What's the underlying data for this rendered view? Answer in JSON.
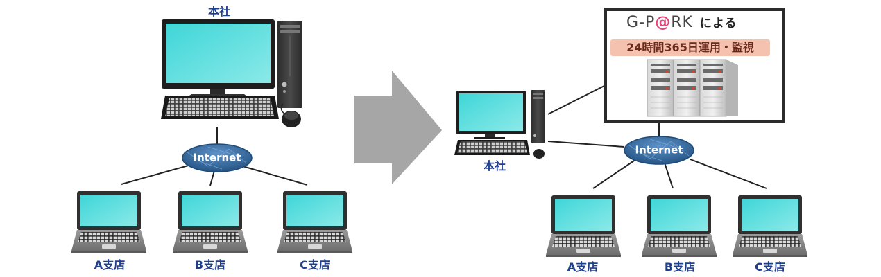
{
  "left": {
    "hq_label": "本社",
    "internet_label": "Internet",
    "branches": [
      "A支店",
      "B支店",
      "C支店"
    ]
  },
  "right": {
    "hq_label": "本社",
    "internet_label": "Internet",
    "branches": [
      "A支店",
      "B支店",
      "C支店"
    ],
    "provider": {
      "brand_prefix": "G-P",
      "brand_at": "@",
      "brand_suffix": "RK",
      "brand_tail": "による",
      "service": "24時間365日運用・監視"
    }
  },
  "colors": {
    "label_blue": "#1f3f8f",
    "screen_cyan": "#57e0df",
    "internet_blue": "#3c6fa8",
    "arrow_gray": "#a6a6a6",
    "brand_accent": "#e8417a",
    "banner_bg": "#f5c2b0"
  },
  "icons": [
    "desktop-computer-icon",
    "laptop-icon",
    "internet-cloud-icon",
    "server-rack-icon",
    "arrow-right-icon"
  ]
}
